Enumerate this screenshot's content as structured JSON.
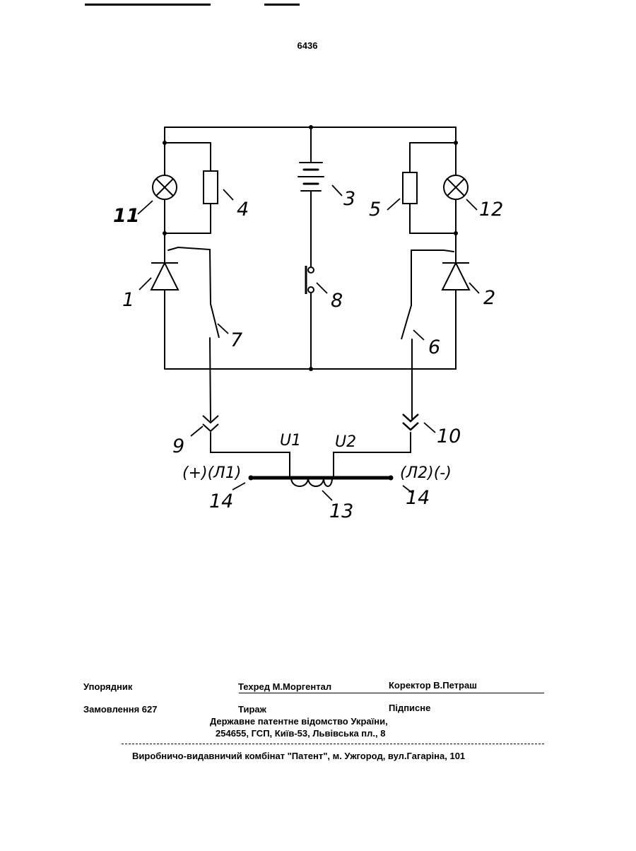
{
  "page_number": "6436",
  "diagram": {
    "labels": {
      "l1": "1",
      "l2": "2",
      "l3": "3",
      "l4": "4",
      "l5": "5",
      "l6": "6",
      "l7": "7",
      "l8": "8",
      "l9": "9",
      "l10": "10",
      "l11": "11",
      "l12": "12",
      "l13": "13",
      "l14a": "14",
      "l14b": "14",
      "u1": "U1",
      "u2": "U2",
      "left_terminal": "(+)(Л1)",
      "right_terminal": "(Л2)(-)"
    }
  },
  "footer": {
    "compiler_label": "Упорядник",
    "techred": "Техред М.Моргентал",
    "corrector": "Коректор В.Петраш",
    "order": "Замовлення 627",
    "circulation": "Тираж",
    "subscription": "Підписне",
    "office_line1": "Державне патентне відомство України,",
    "office_line2": "254655, ГСП, Київ-53, Львівська пл., 8",
    "printer": "Виробничо-видавничий комбінат \"Патент\", м. Ужгород, вул.Гагаріна, 101"
  }
}
